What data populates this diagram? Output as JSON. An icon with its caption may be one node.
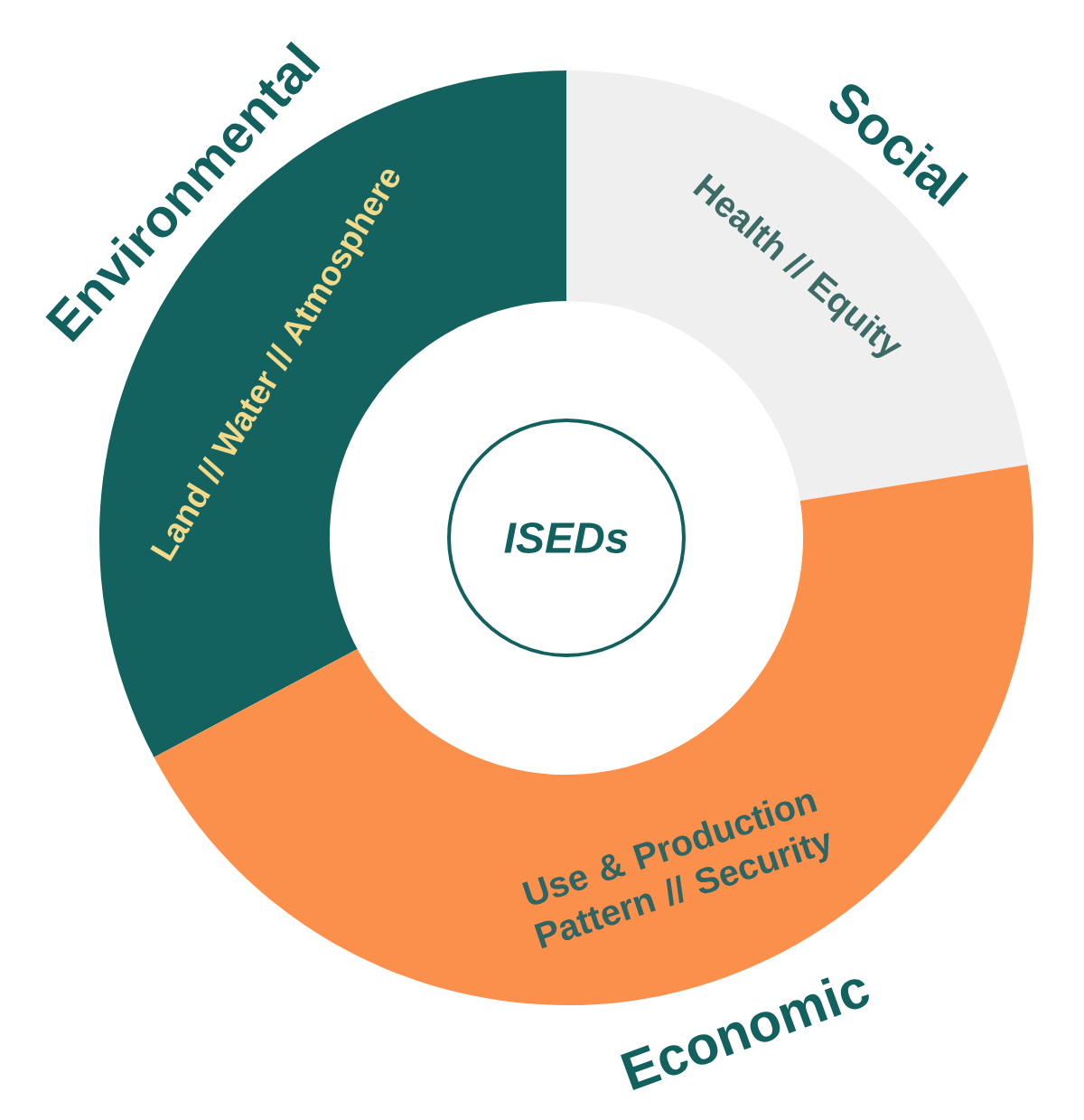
{
  "diagram": {
    "nodes": [
      {
        "text": [
          "Environmental",
          "Land // Water // Atmosphere"
        ]
      },
      {
        "text": [
          "Social",
          "Health // Equity"
        ]
      },
      {
        "text": [
          "Economic",
          "Use & Production Pattern // Security"
        ]
      },
      {
        "text": [
          "ISEDs"
        ]
      }
    ]
  }
}
